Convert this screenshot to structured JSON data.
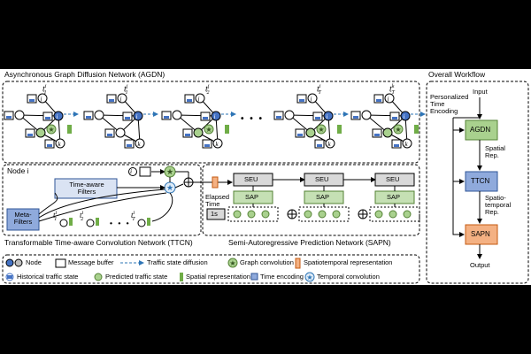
{
  "agdn": {
    "title": "Asynchronous Graph Diffusion Network (AGDN)",
    "times": [
      {
        "base": "t",
        "sub": "1",
        "sup": "i"
      },
      {
        "base": "t",
        "sub": "1",
        "sup": "j"
      },
      {
        "base": "t",
        "sub": "2",
        "sup": "j"
      },
      {
        "base": "t",
        "sub": "T",
        "sup": "i"
      },
      {
        "base": "t",
        "sub": "T",
        "sup": "k"
      }
    ],
    "ellipsis": "• • •",
    "node_labels": {
      "i": "i",
      "j": "j",
      "k": "k"
    }
  },
  "ttcn": {
    "title": "Transformable Time-aware Convolution Network (TTCN)",
    "node_label": "Node i",
    "time_filters": "Time-aware\nFilters",
    "meta_filters": "Meta-\nFilters",
    "times": [
      {
        "base": "t",
        "sub": "1",
        "sup": "i"
      },
      {
        "base": "t",
        "sub": "2",
        "sup": "i"
      },
      {
        "base": "t",
        "sub": "T",
        "sup": "i"
      }
    ],
    "ellipsis": "• • •",
    "node_symbol": "i"
  },
  "sapn": {
    "title": "Semi-Autoregressive Prediction Network (SAPN)",
    "seu": "SEU",
    "sap": "SAP",
    "elapsed": "Elapsed\nTime",
    "unit": "1s"
  },
  "workflow": {
    "title": "Overall Workflow",
    "input": "Input",
    "personalized": "Personalized\nTime\nEncoding",
    "agdn": "AGDN",
    "spatial": "Spatial\nRep.",
    "ttcn": "TTCN",
    "spatiotemporal": "Spatio-\ntemporal\nRep.",
    "sapn": "SAPN",
    "output": "Output"
  },
  "legend": {
    "node": "Node",
    "buffer": "Message buffer",
    "diffusion": "Traffic state diffusion",
    "graph_conv": "Graph convolution",
    "st_rep": "Spatiotemporal representation",
    "hist": "Historical traffic state",
    "pred": "Predicted traffic state",
    "spatial_rep": "Spatial representation",
    "time_enc": "Time encoding",
    "temp_conv": "Temporal convolution"
  },
  "colors": {
    "node_blue": "#4472c4",
    "node_gray": "#bfbfbf",
    "green_fill": "#a9d18e",
    "green_dark": "#548235",
    "blue_box": "#8faadc",
    "orange": "#f4b183",
    "seu_gray": "#d9d9d9"
  }
}
